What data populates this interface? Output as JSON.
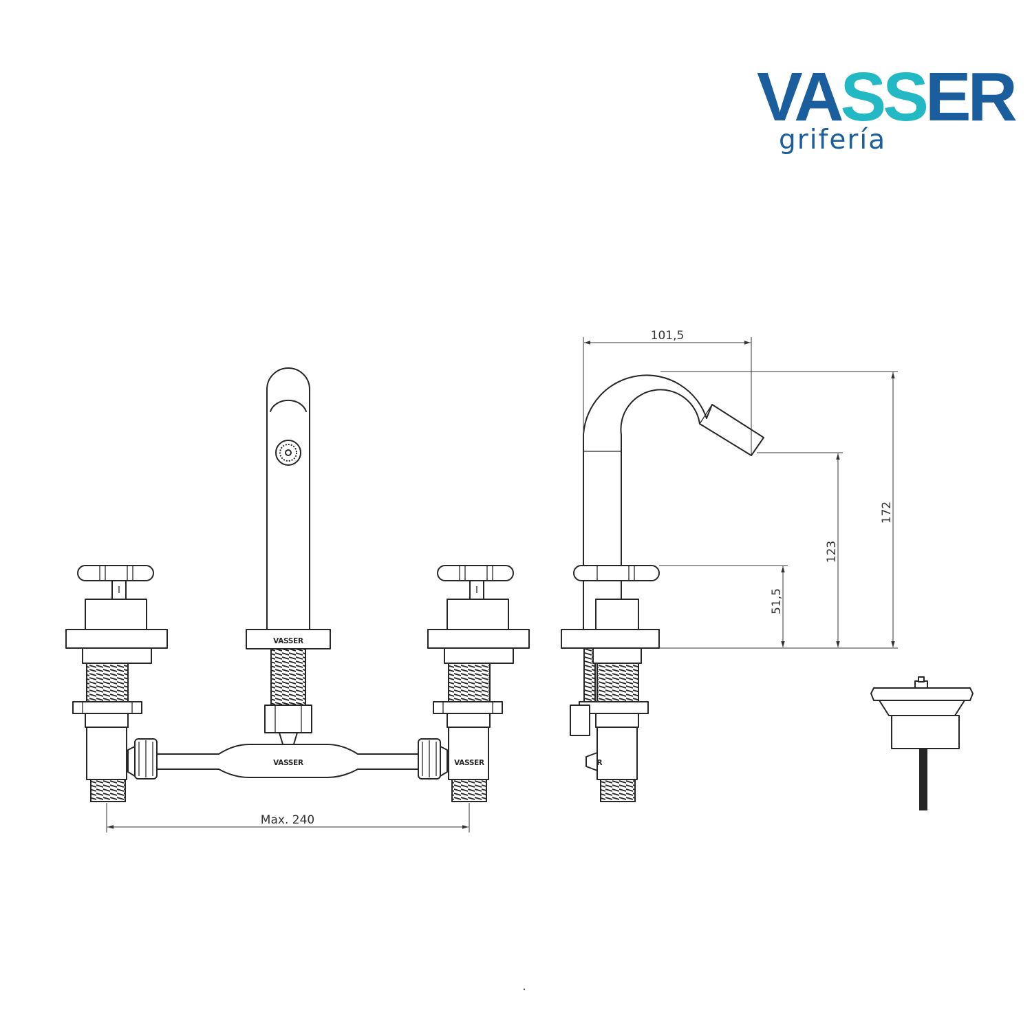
{
  "brand": {
    "name_part1": "VA",
    "name_part2": "SS",
    "name_part3": "ER",
    "subtitle": "grifería",
    "color_primary": "#1B5E9E",
    "color_accent": "#22B8C4"
  },
  "stamps": {
    "spout_base": "VASSER",
    "bridge": "VASSER",
    "right_valve": "VASSER",
    "side_valve": "ER"
  },
  "dimensions": {
    "spout_reach": "101,5",
    "total_height": "172",
    "outlet_height": "123",
    "handle_height": "51,5",
    "max_width": "Max. 240"
  },
  "colors": {
    "line": "#262626",
    "background": "#ffffff"
  }
}
